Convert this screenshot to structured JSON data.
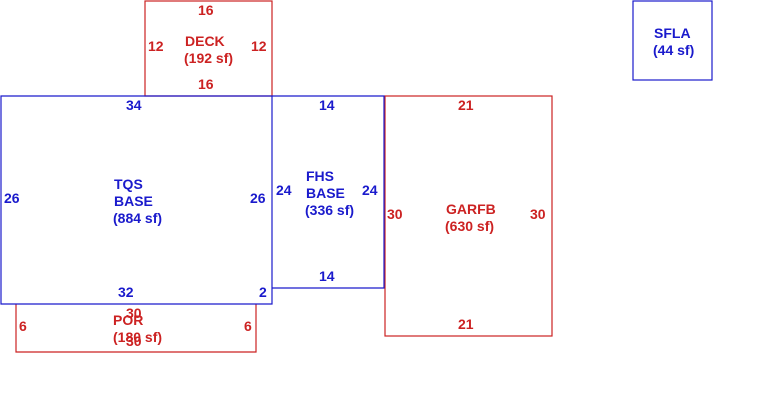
{
  "colors": {
    "red": "#cc2222",
    "blue": "#1a1acc"
  },
  "areas": {
    "sfla": {
      "name": "SFLA",
      "area": "(44 sf)"
    },
    "deck": {
      "name": "DECK",
      "area": "(192 sf)",
      "dims": {
        "top": "16",
        "bottom": "16",
        "left": "12",
        "right": "12"
      }
    },
    "tqs": {
      "line1": "TQS",
      "line2": "BASE",
      "area": "(884 sf)",
      "dims": {
        "top": "34",
        "bottom": "32",
        "left": "26",
        "right": "26",
        "step": "2"
      }
    },
    "fhs": {
      "line1": "FHS",
      "line2": "BASE",
      "area": "(336 sf)",
      "dims": {
        "top": "14",
        "bottom": "14",
        "left": "24",
        "right": "24"
      }
    },
    "garfb": {
      "name": "GARFB",
      "area": "(630 sf)",
      "dims": {
        "top": "21",
        "bottom": "21",
        "left": "30",
        "right": "30"
      }
    },
    "por": {
      "name": "POR",
      "area": "(180 sf)",
      "dims": {
        "top": "30",
        "bottom": "30",
        "left": "6",
        "right": "6"
      }
    }
  }
}
